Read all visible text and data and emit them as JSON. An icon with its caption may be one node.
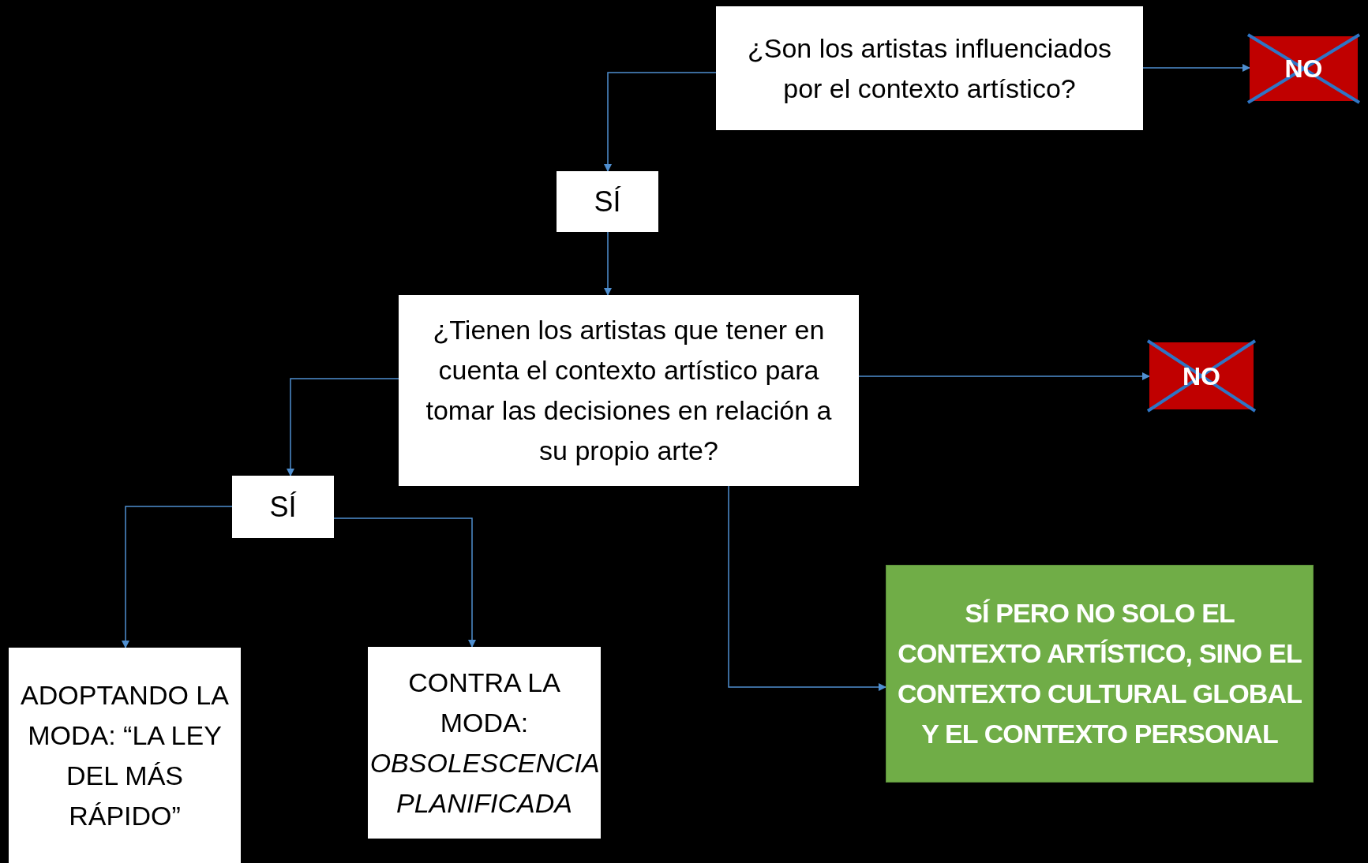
{
  "diagram": {
    "nodes": [
      {
        "text": [
          "¿Son los artistas influenciados por el contexto artístico?"
        ]
      },
      {
        "text": [
          "NO"
        ]
      },
      {
        "text": [
          "SÍ"
        ]
      },
      {
        "text": [
          "¿Tienen los artistas que tener en cuenta el contexto artístico para tomar las decisiones en relación a su propio arte?"
        ]
      },
      {
        "text": [
          "NO"
        ]
      },
      {
        "text": [
          "SÍ"
        ]
      },
      {
        "text": [
          "ADOPTANDO LA MODA: “LA LEY DEL MÁS RÁPIDO”"
        ]
      },
      {
        "text": [
          "CONTRA LA MODA: *OBSOLESCENCIA PLANIFICADA*"
        ]
      },
      {
        "text": [
          "SÍ PERO NO SOLO EL CONTEXTO ARTÍSTICO, SINO EL CONTEXTO CULTURAL GLOBAL Y EL CONTEXTO PERSONAL"
        ]
      }
    ],
    "edges": [
      {
        "from": 0,
        "to": 1,
        "arrow": "to"
      },
      {
        "from": 0,
        "to": 2,
        "arrow": "to"
      },
      {
        "from": 2,
        "to": 3,
        "arrow": "to"
      },
      {
        "from": 3,
        "to": 4,
        "arrow": "to"
      },
      {
        "from": 3,
        "to": 5,
        "arrow": "to"
      },
      {
        "from": 5,
        "to": 6,
        "arrow": "to"
      },
      {
        "from": 5,
        "to": 7,
        "arrow": "to"
      },
      {
        "from": 3,
        "to": 8,
        "arrow": "to"
      }
    ]
  }
}
